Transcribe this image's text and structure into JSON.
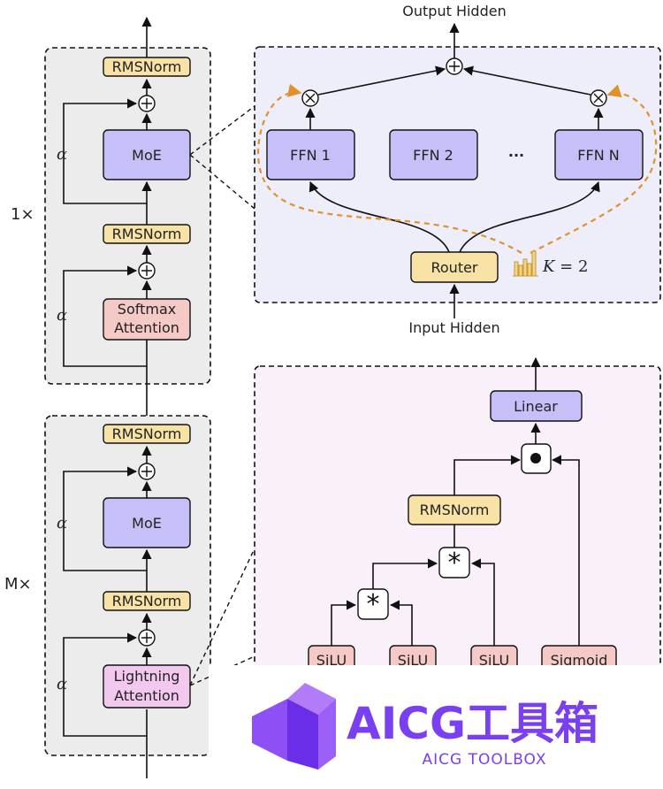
{
  "left_column": {
    "top_block": {
      "repeat": "1×",
      "norm_top": "RMSNorm",
      "moe": "MoE",
      "norm_mid": "RMSNorm",
      "attention_line1": "Softmax",
      "attention_line2": "Attention",
      "alpha_upper": "α",
      "alpha_lower": "α"
    },
    "bottom_block": {
      "repeat": "M×",
      "norm_top": "RMSNorm",
      "moe": "MoE",
      "norm_mid": "RMSNorm",
      "attention_line1": "Lightning",
      "attention_line2": "Attention",
      "alpha_upper": "α",
      "alpha_lower": "α"
    }
  },
  "moe_detail": {
    "output_label": "Output Hidden",
    "input_label": "Input Hidden",
    "router": "Router",
    "experts": [
      "FFN 1",
      "FFN 2",
      "···",
      "FFN N"
    ],
    "k_label_var": "K",
    "k_label_eq": " = 2"
  },
  "lightning_detail": {
    "linear": "Linear",
    "norm": "RMSNorm",
    "activations": [
      "SiLU",
      "SiLU",
      "SiLU",
      "Sigmoid"
    ]
  },
  "watermark": {
    "title": "AICG工具箱",
    "subtitle": "AICG TOOLBOX"
  },
  "colors": {
    "norm_fill": "#f9e2a6",
    "moe_fill": "#c6c0f8",
    "softmax_fill": "#f4c9c6",
    "lightning_fill": "#f2c8ef",
    "silu_fill": "#f4c9c6",
    "panel_grey": "#ececec",
    "panel_moe": "#eeeefa",
    "panel_lightning": "#faf0f9",
    "router_arrow": "#e0912c",
    "watermark": "#7a3ff0"
  }
}
